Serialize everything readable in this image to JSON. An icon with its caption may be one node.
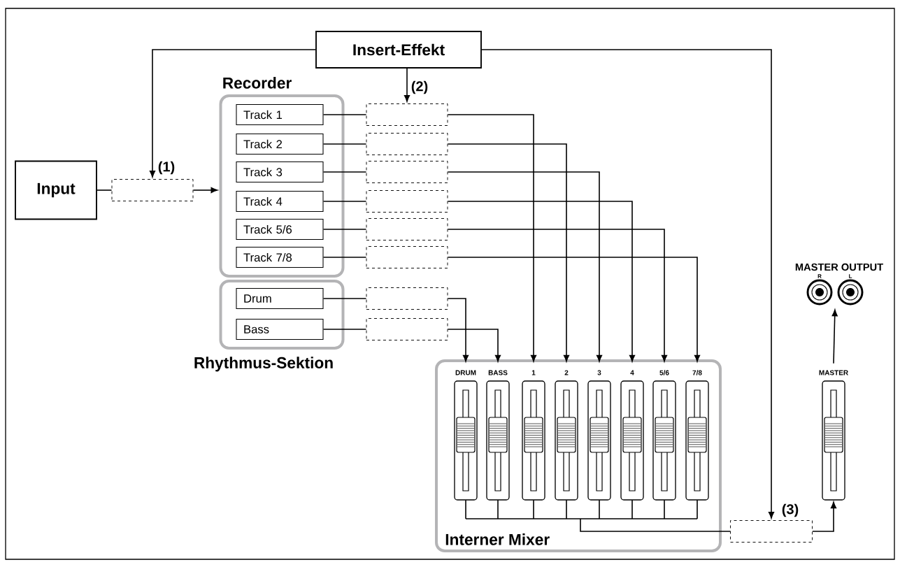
{
  "diagram": {
    "nodes": [
      {
        "text": [
          "Insert-Effekt"
        ]
      },
      {
        "text": [
          "Input"
        ]
      },
      {
        "text": [],
        "shape": "box",
        "beside": [
          "(1)"
        ]
      },
      {
        "text": [
          "Recorder"
        ]
      },
      {
        "text": [
          "Track 1"
        ],
        "in": 3
      },
      {
        "text": [
          "Track 2"
        ],
        "in": 3
      },
      {
        "text": [
          "Track 3"
        ],
        "in": 3
      },
      {
        "text": [
          "Track 4"
        ],
        "in": 3
      },
      {
        "text": [
          "Track 5/6"
        ],
        "in": 3
      },
      {
        "text": [
          "Track 7/8"
        ],
        "in": 3
      },
      {
        "text": [],
        "shape": "box",
        "beside": [
          "(2)"
        ]
      },
      {
        "text": [],
        "shape": "box"
      },
      {
        "text": [],
        "shape": "box"
      },
      {
        "text": [],
        "shape": "box"
      },
      {
        "text": [],
        "shape": "box"
      },
      {
        "text": [],
        "shape": "box"
      },
      {
        "text": [
          "Rhythmus-Sektion"
        ]
      },
      {
        "text": [
          "Drum"
        ],
        "in": 16
      },
      {
        "text": [
          "Bass"
        ],
        "in": 16
      },
      {
        "text": [],
        "shape": "box"
      },
      {
        "text": [],
        "shape": "box"
      },
      {
        "text": [
          "Interner Mixer"
        ]
      },
      {
        "text": [
          "DRUM"
        ],
        "in": 21
      },
      {
        "text": [
          "BASS"
        ],
        "in": 21
      },
      {
        "text": [
          "1"
        ],
        "in": 21
      },
      {
        "text": [
          "2"
        ],
        "in": 21
      },
      {
        "text": [
          "3"
        ],
        "in": 21
      },
      {
        "text": [
          "4"
        ],
        "in": 21
      },
      {
        "text": [
          "5/6"
        ],
        "in": 21
      },
      {
        "text": [
          "7/8"
        ],
        "in": 21
      },
      {
        "text": [
          "MASTER"
        ]
      },
      {
        "text": [
          "MASTER OUTPUT",
          "R",
          "L"
        ]
      },
      {
        "text": [],
        "shape": "box",
        "beside": [
          "(3)"
        ]
      }
    ],
    "edges": [
      {
        "from": 0,
        "to": 2,
        "arrow": "to"
      },
      {
        "from": 0,
        "to": 10,
        "arrow": "to"
      },
      {
        "from": 0,
        "to": 32,
        "arrow": "to"
      },
      {
        "from": 1,
        "to": 2,
        "arrow": "none"
      },
      {
        "from": 2,
        "to": 3,
        "arrow": "to"
      },
      {
        "from": 4,
        "to": 10,
        "arrow": "none"
      },
      {
        "from": 5,
        "to": 11,
        "arrow": "none"
      },
      {
        "from": 6,
        "to": 12,
        "arrow": "none"
      },
      {
        "from": 7,
        "to": 13,
        "arrow": "none"
      },
      {
        "from": 8,
        "to": 14,
        "arrow": "none"
      },
      {
        "from": 9,
        "to": 15,
        "arrow": "none"
      },
      {
        "from": 10,
        "to": 24,
        "arrow": "to"
      },
      {
        "from": 11,
        "to": 25,
        "arrow": "to"
      },
      {
        "from": 12,
        "to": 26,
        "arrow": "to"
      },
      {
        "from": 13,
        "to": 27,
        "arrow": "to"
      },
      {
        "from": 14,
        "to": 28,
        "arrow": "to"
      },
      {
        "from": 15,
        "to": 29,
        "arrow": "to"
      },
      {
        "from": 17,
        "to": 19,
        "arrow": "none"
      },
      {
        "from": 18,
        "to": 20,
        "arrow": "none"
      },
      {
        "from": 19,
        "to": 22,
        "arrow": "to"
      },
      {
        "from": 20,
        "to": 23,
        "arrow": "to"
      },
      {
        "from": 22,
        "to": 32,
        "arrow": "none"
      },
      {
        "from": 23,
        "to": 32,
        "arrow": "none"
      },
      {
        "from": 24,
        "to": 32,
        "arrow": "none"
      },
      {
        "from": 25,
        "to": 32,
        "arrow": "none"
      },
      {
        "from": 26,
        "to": 32,
        "arrow": "none"
      },
      {
        "from": 27,
        "to": 32,
        "arrow": "none"
      },
      {
        "from": 28,
        "to": 32,
        "arrow": "none"
      },
      {
        "from": 29,
        "to": 32,
        "arrow": "none"
      },
      {
        "from": 32,
        "to": 30,
        "arrow": "to"
      },
      {
        "from": 30,
        "to": 31,
        "arrow": "to"
      }
    ]
  }
}
